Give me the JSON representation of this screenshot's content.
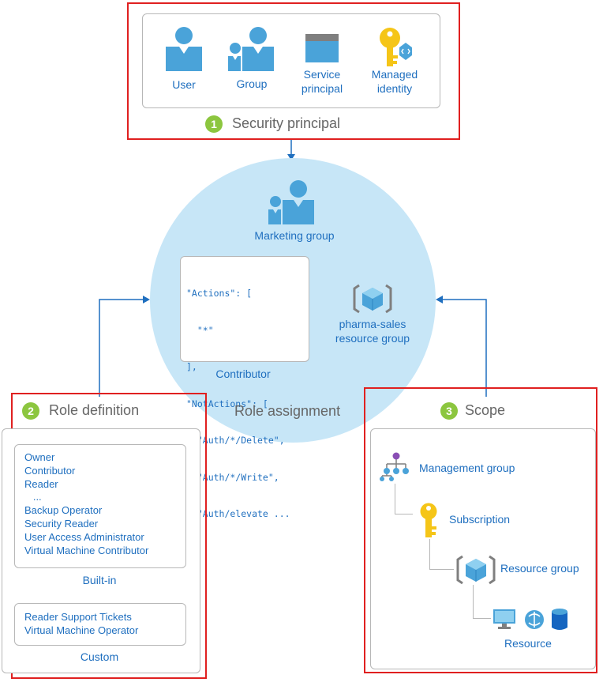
{
  "security_principal": {
    "number": "1",
    "title": "Security principal",
    "types": [
      {
        "label": "User",
        "icon": "user-icon"
      },
      {
        "label": "Group",
        "icon": "group-icon"
      },
      {
        "label": "Service principal",
        "label_line1": "Service",
        "label_line2": "principal",
        "icon": "service-principal-icon"
      },
      {
        "label": "Managed identity",
        "label_line1": "Managed",
        "label_line2": "identity",
        "icon": "managed-identity-key-icon"
      }
    ]
  },
  "role_assignment": {
    "title": "Role assignment",
    "principal_label": "Marketing group",
    "role_json_lines": [
      "\"Actions\": [",
      "  \"*\"",
      "],",
      "\"NotActions\": [",
      "  \"Auth/*/Delete\",",
      "  \"Auth/*/Write\",",
      "  \"Auth/elevate ..."
    ],
    "role_label": "Contributor",
    "scope_label_line1": "pharma-sales",
    "scope_label_line2": "resource group"
  },
  "role_definition": {
    "number": "2",
    "title": "Role definition",
    "builtin_roles": [
      "Owner",
      "Contributor",
      "Reader",
      "   ...",
      "Backup Operator",
      "Security Reader",
      "User Access Administrator",
      "Virtual Machine Contributor"
    ],
    "builtin_label": "Built-in",
    "custom_roles": [
      "Reader Support Tickets",
      "Virtual Machine Operator"
    ],
    "custom_label": "Custom"
  },
  "scope": {
    "number": "3",
    "title": "Scope",
    "levels": {
      "management_group": "Management group",
      "subscription": "Subscription",
      "resource_group": "Resource group",
      "resource": "Resource"
    }
  },
  "colors": {
    "accent_blue": "#1f6fbf",
    "icon_blue": "#4aa3d9",
    "circle_fill": "#c7e6f7",
    "badge_green": "#8cc63f",
    "highlight_red": "#e02020",
    "key_yellow": "#f5c518"
  }
}
